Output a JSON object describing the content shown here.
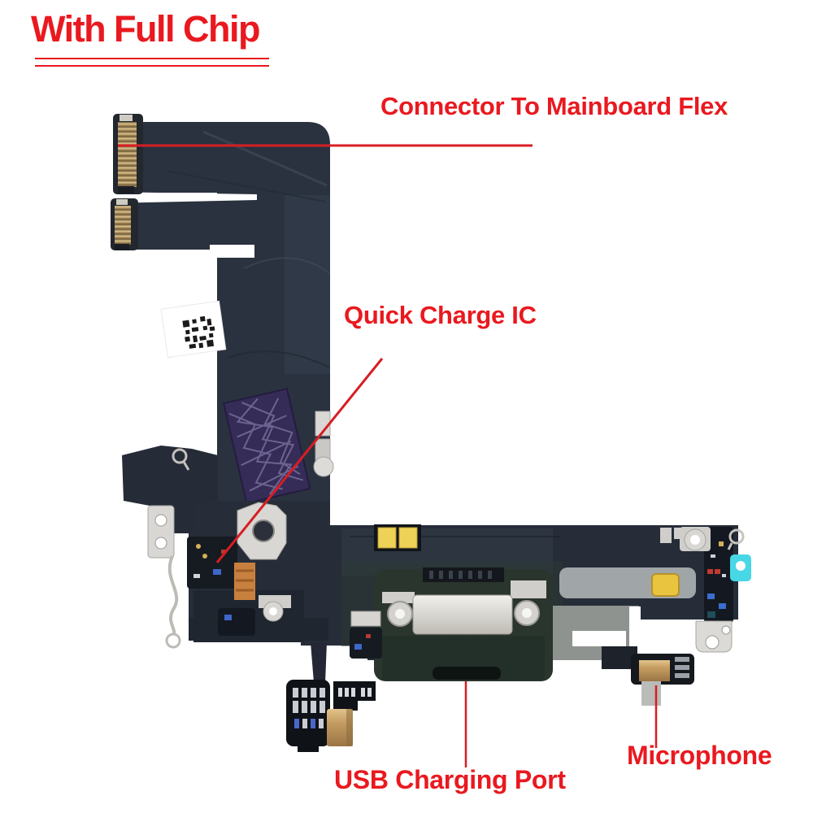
{
  "title": {
    "text": "With Full Chip"
  },
  "callouts": {
    "mainboard_connector": {
      "label": "Connector To Mainboard Flex"
    },
    "quick_charge_ic": {
      "label": "Quick Charge IC"
    },
    "usb_charging_port": {
      "label": "USB Charging Port"
    },
    "microphone": {
      "label": "Microphone"
    }
  },
  "colors": {
    "annotation_red": "#e9191f",
    "flex_navy": "#2a323f",
    "board_navy": "#262d39",
    "connector_gold": "#c9a96a",
    "usb_housing_green": "#2a352d",
    "sticker_purple": "#362c58",
    "sticker_cyan": "#47d7e5",
    "metal_silver": "#d8d7d3",
    "background": "#ffffff"
  }
}
